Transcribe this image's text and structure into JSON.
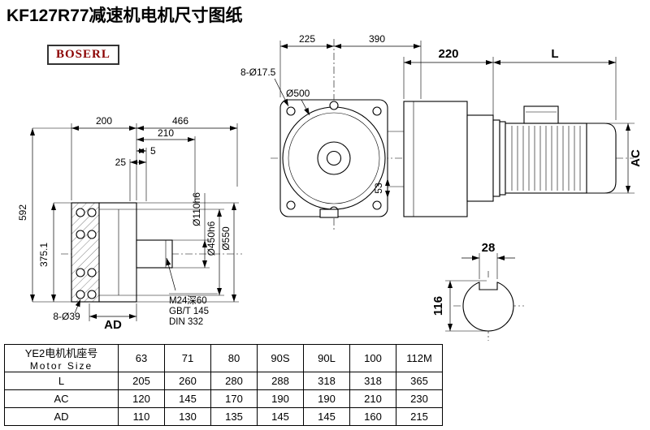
{
  "colors": {
    "background": "#ffffff",
    "line": "#000000",
    "brand_text": "#8b0000",
    "brand_border": "#333333"
  },
  "title": "KF127R77减速机电机尺寸图纸",
  "brand": "BOSERL",
  "front_view": {
    "bolt_note": "8-Ø17.5",
    "dia_label": "Ø500",
    "dim_width_left": "225",
    "dim_width_right": "390",
    "dim_53": "53"
  },
  "side_view": {
    "dim_220": "220",
    "dim_length": "L",
    "dim_ac": "AC"
  },
  "left_view": {
    "dim_200": "200",
    "dim_466": "466",
    "dim_210": "210",
    "dim_5": "5",
    "dim_25": "25",
    "dim_592": "592",
    "dim_375": "375.1",
    "bolt_note": "8-Ø39",
    "dim_ad": "AD",
    "dia_shaft": "Ø110h6",
    "dia_spigot": "Ø450h6",
    "dia_flange": "Ø550",
    "note_tap": "M24深60",
    "note_gb": "GB/T 145",
    "note_din": "DIN 332"
  },
  "section_view": {
    "dim_key_width": "28",
    "dim_diameter": "116"
  },
  "table": {
    "header_cn": "YE2电机机座号",
    "header_en": "Motor Size",
    "columns": [
      "63",
      "71",
      "80",
      "90S",
      "90L",
      "100",
      "112M"
    ],
    "rows": [
      {
        "label": "L",
        "values": [
          "205",
          "260",
          "280",
          "288",
          "318",
          "318",
          "365"
        ]
      },
      {
        "label": "AC",
        "values": [
          "120",
          "145",
          "170",
          "190",
          "190",
          "210",
          "230"
        ]
      },
      {
        "label": "AD",
        "values": [
          "110",
          "130",
          "135",
          "145",
          "145",
          "160",
          "215"
        ]
      }
    ]
  }
}
